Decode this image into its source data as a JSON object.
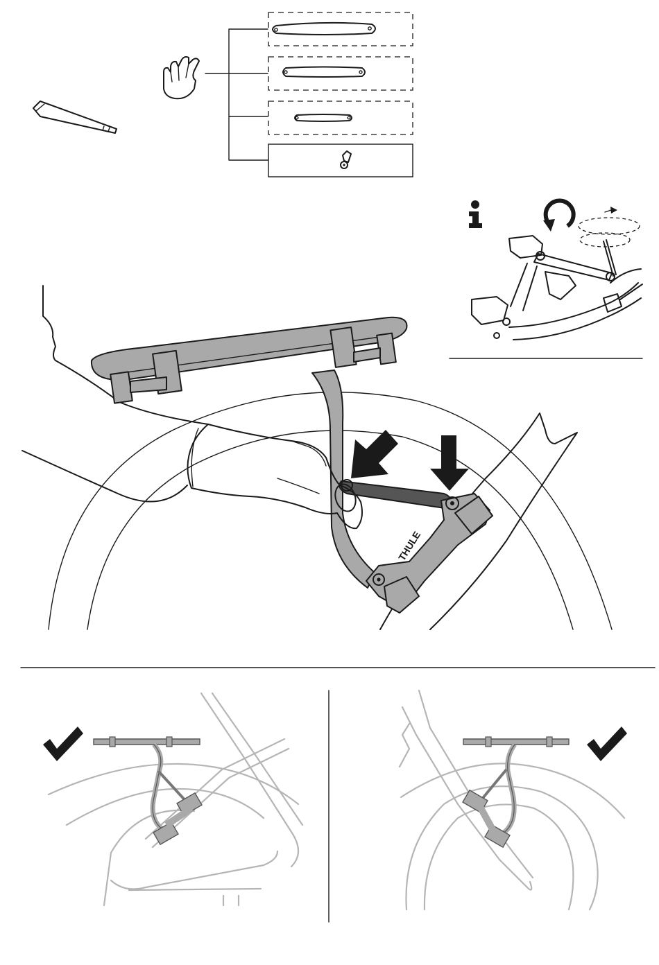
{
  "brand": {
    "label": "THULE"
  },
  "icons": {
    "info": "info-icon",
    "rotate": "rotate-clockwise-icon",
    "check": "checkmark-icon",
    "hand": "hand-icon",
    "allen_key": "allen-key-icon",
    "push_arrow": "push-arrow-icon"
  },
  "parts": {
    "kit_items": [
      "long-strut",
      "medium-strut",
      "short-strut",
      "screw"
    ]
  },
  "colors": {
    "line": "#1a1a1a",
    "part_grey": "#a9a9a9",
    "part_dark": "#555555",
    "frame_light": "#b5b5b5"
  }
}
